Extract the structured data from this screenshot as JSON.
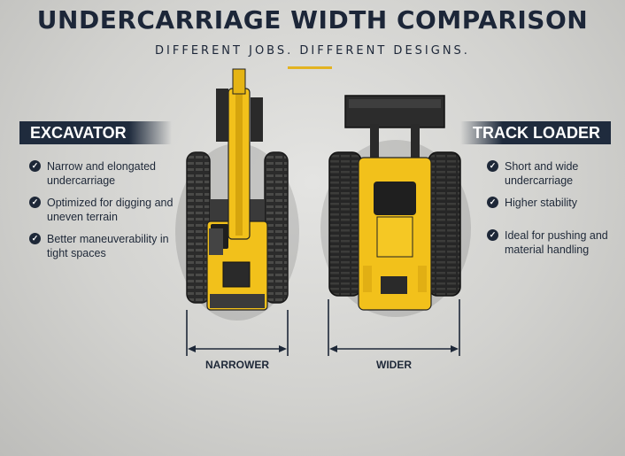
{
  "header": {
    "title": "UNDERCARRIAGE WIDTH COMPARISON",
    "subtitle": "DIFFERENT JOBS. DIFFERENT DESIGNS."
  },
  "excavator": {
    "label": "EXCAVATOR",
    "features": [
      "Narrow and elongated undercarriage",
      "Optimized for digging and uneven terrain",
      "Better maneuverability in tight spaces"
    ],
    "dimension_label": "NARROWER"
  },
  "track_loader": {
    "label": "TRACK LOADER",
    "features": [
      "Short and wide undercarriage",
      "Higher stability",
      "Ideal for pushing and material handling"
    ],
    "dimension_label": "WIDER"
  },
  "colors": {
    "machine_yellow": "#f2c11b",
    "track_dark": "#2a2a2a",
    "navy": "#1f2b3d",
    "accent": "#e3b321"
  },
  "icons": {
    "check": "check-circle-icon"
  }
}
